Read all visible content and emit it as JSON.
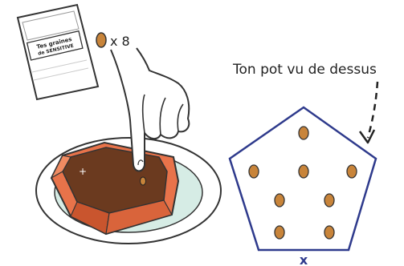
{
  "packet": {
    "label_line1": "Tes graines",
    "label_line2": "de SENSITIVE"
  },
  "seed_count": {
    "text": "x 8"
  },
  "top_view": {
    "caption": "Ton pot vu de dessus",
    "marker": "x",
    "seed_count": 8
  },
  "colors": {
    "outline": "#333333",
    "pot": "#e8734a",
    "pot_dark": "#c9552e",
    "soil": "#6b3a1f",
    "seed": "#c8843a",
    "pentagon": "#2e3a8c",
    "plate": "#d6ece5",
    "marker": "#2e3a8c"
  }
}
